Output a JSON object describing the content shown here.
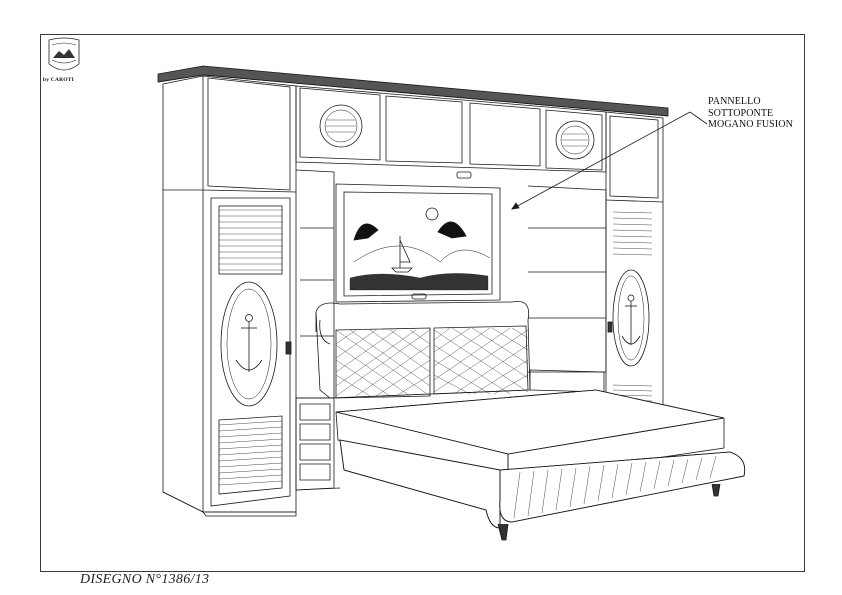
{
  "brand": {
    "caption": "by CAROTI"
  },
  "callout": {
    "line1": "PANNELLO",
    "line2": "SOTTOPONTE",
    "line3": "MOGANO FUSION"
  },
  "drawing_code": "DISEGNO N°1386/13",
  "drawing": {
    "subject": "bridge-wardrobe-bedroom-set",
    "motifs": [
      "porthole-icon",
      "anchor-icon",
      "sailboat-icon",
      "seagull-icon",
      "sun-icon"
    ]
  }
}
